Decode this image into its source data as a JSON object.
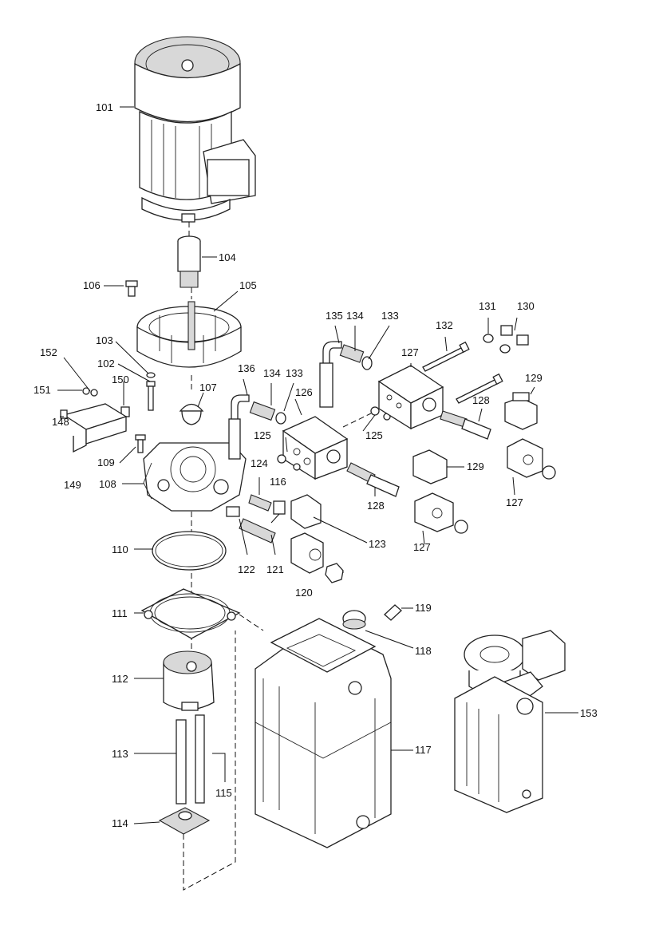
{
  "labels": {
    "p101": "101",
    "p102": "102",
    "p103": "103",
    "p104": "104",
    "p105": "105",
    "p106": "106",
    "p107": "107",
    "p108": "108",
    "p109": "109",
    "p110": "110",
    "p111": "111",
    "p112": "112",
    "p113": "113",
    "p114": "114",
    "p115": "115",
    "p116": "116",
    "p117": "117",
    "p118": "118",
    "p119": "119",
    "p120": "120",
    "p121": "121",
    "p122": "122",
    "p123": "123",
    "p124": "124",
    "p125a": "125",
    "p125b": "125",
    "p126": "126",
    "p127a": "127",
    "p127b": "127",
    "p127c": "127",
    "p128a": "128",
    "p128b": "128",
    "p129a": "129",
    "p129b": "129",
    "p130": "130",
    "p131": "131",
    "p132": "132",
    "p133a": "133",
    "p133b": "133",
    "p134a": "134",
    "p134b": "134",
    "p135": "135",
    "p136": "136",
    "p148": "148",
    "p149": "149",
    "p150": "150",
    "p151": "151",
    "p152": "152",
    "p153": "153"
  }
}
